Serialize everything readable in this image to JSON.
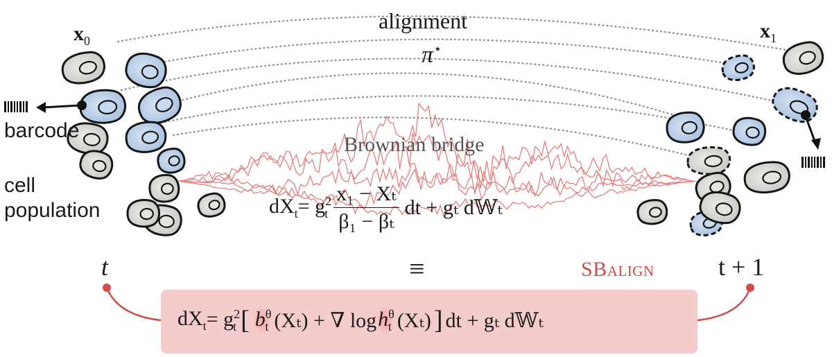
{
  "labels": {
    "alignment": "alignment",
    "pi": "π",
    "pi_sup": "⋆",
    "x0_base": "x",
    "x0_sub": "0",
    "x1_base": "x",
    "x1_sub": "1",
    "barcode": "barcode",
    "cell_line1": "cell",
    "cell_line2": "population",
    "brownian_bridge": "Brownian bridge",
    "t": "t",
    "t_plus_1": "t + 1",
    "equiv": "≡",
    "sbalign": "SBalign"
  },
  "equations": {
    "bridge": {
      "lhs": "dX",
      "lhs_sub": "t",
      "eq": " = g",
      "g_sub": "t",
      "g_sup": "2",
      "num": "x₁ − Xₜ",
      "den": "β₁ − βₜ",
      "tail": "dt + gₜ d𝕎ₜ"
    },
    "sbalign": {
      "lhs": "dX",
      "lhs_sub": "t",
      "eq": " = g",
      "g_sub": "t",
      "g_sup": "2",
      "open": "[",
      "b": "b",
      "b_sub": "t",
      "b_sup": "θ",
      "arg1": "(Xₜ) + ∇ log ",
      "h": "h",
      "h_sub": "t",
      "h_sup": "θ",
      "arg2": "(Xₜ)",
      "close": "]",
      "tail": " dt + gₜ d𝕎ₜ"
    }
  },
  "colors": {
    "blue_cell": "#b8cde6",
    "gray_cell": "#d9d7d2",
    "bridge_line": "#e27070",
    "accent": "#cc4b4b",
    "box_fill": "#f4cccc"
  }
}
